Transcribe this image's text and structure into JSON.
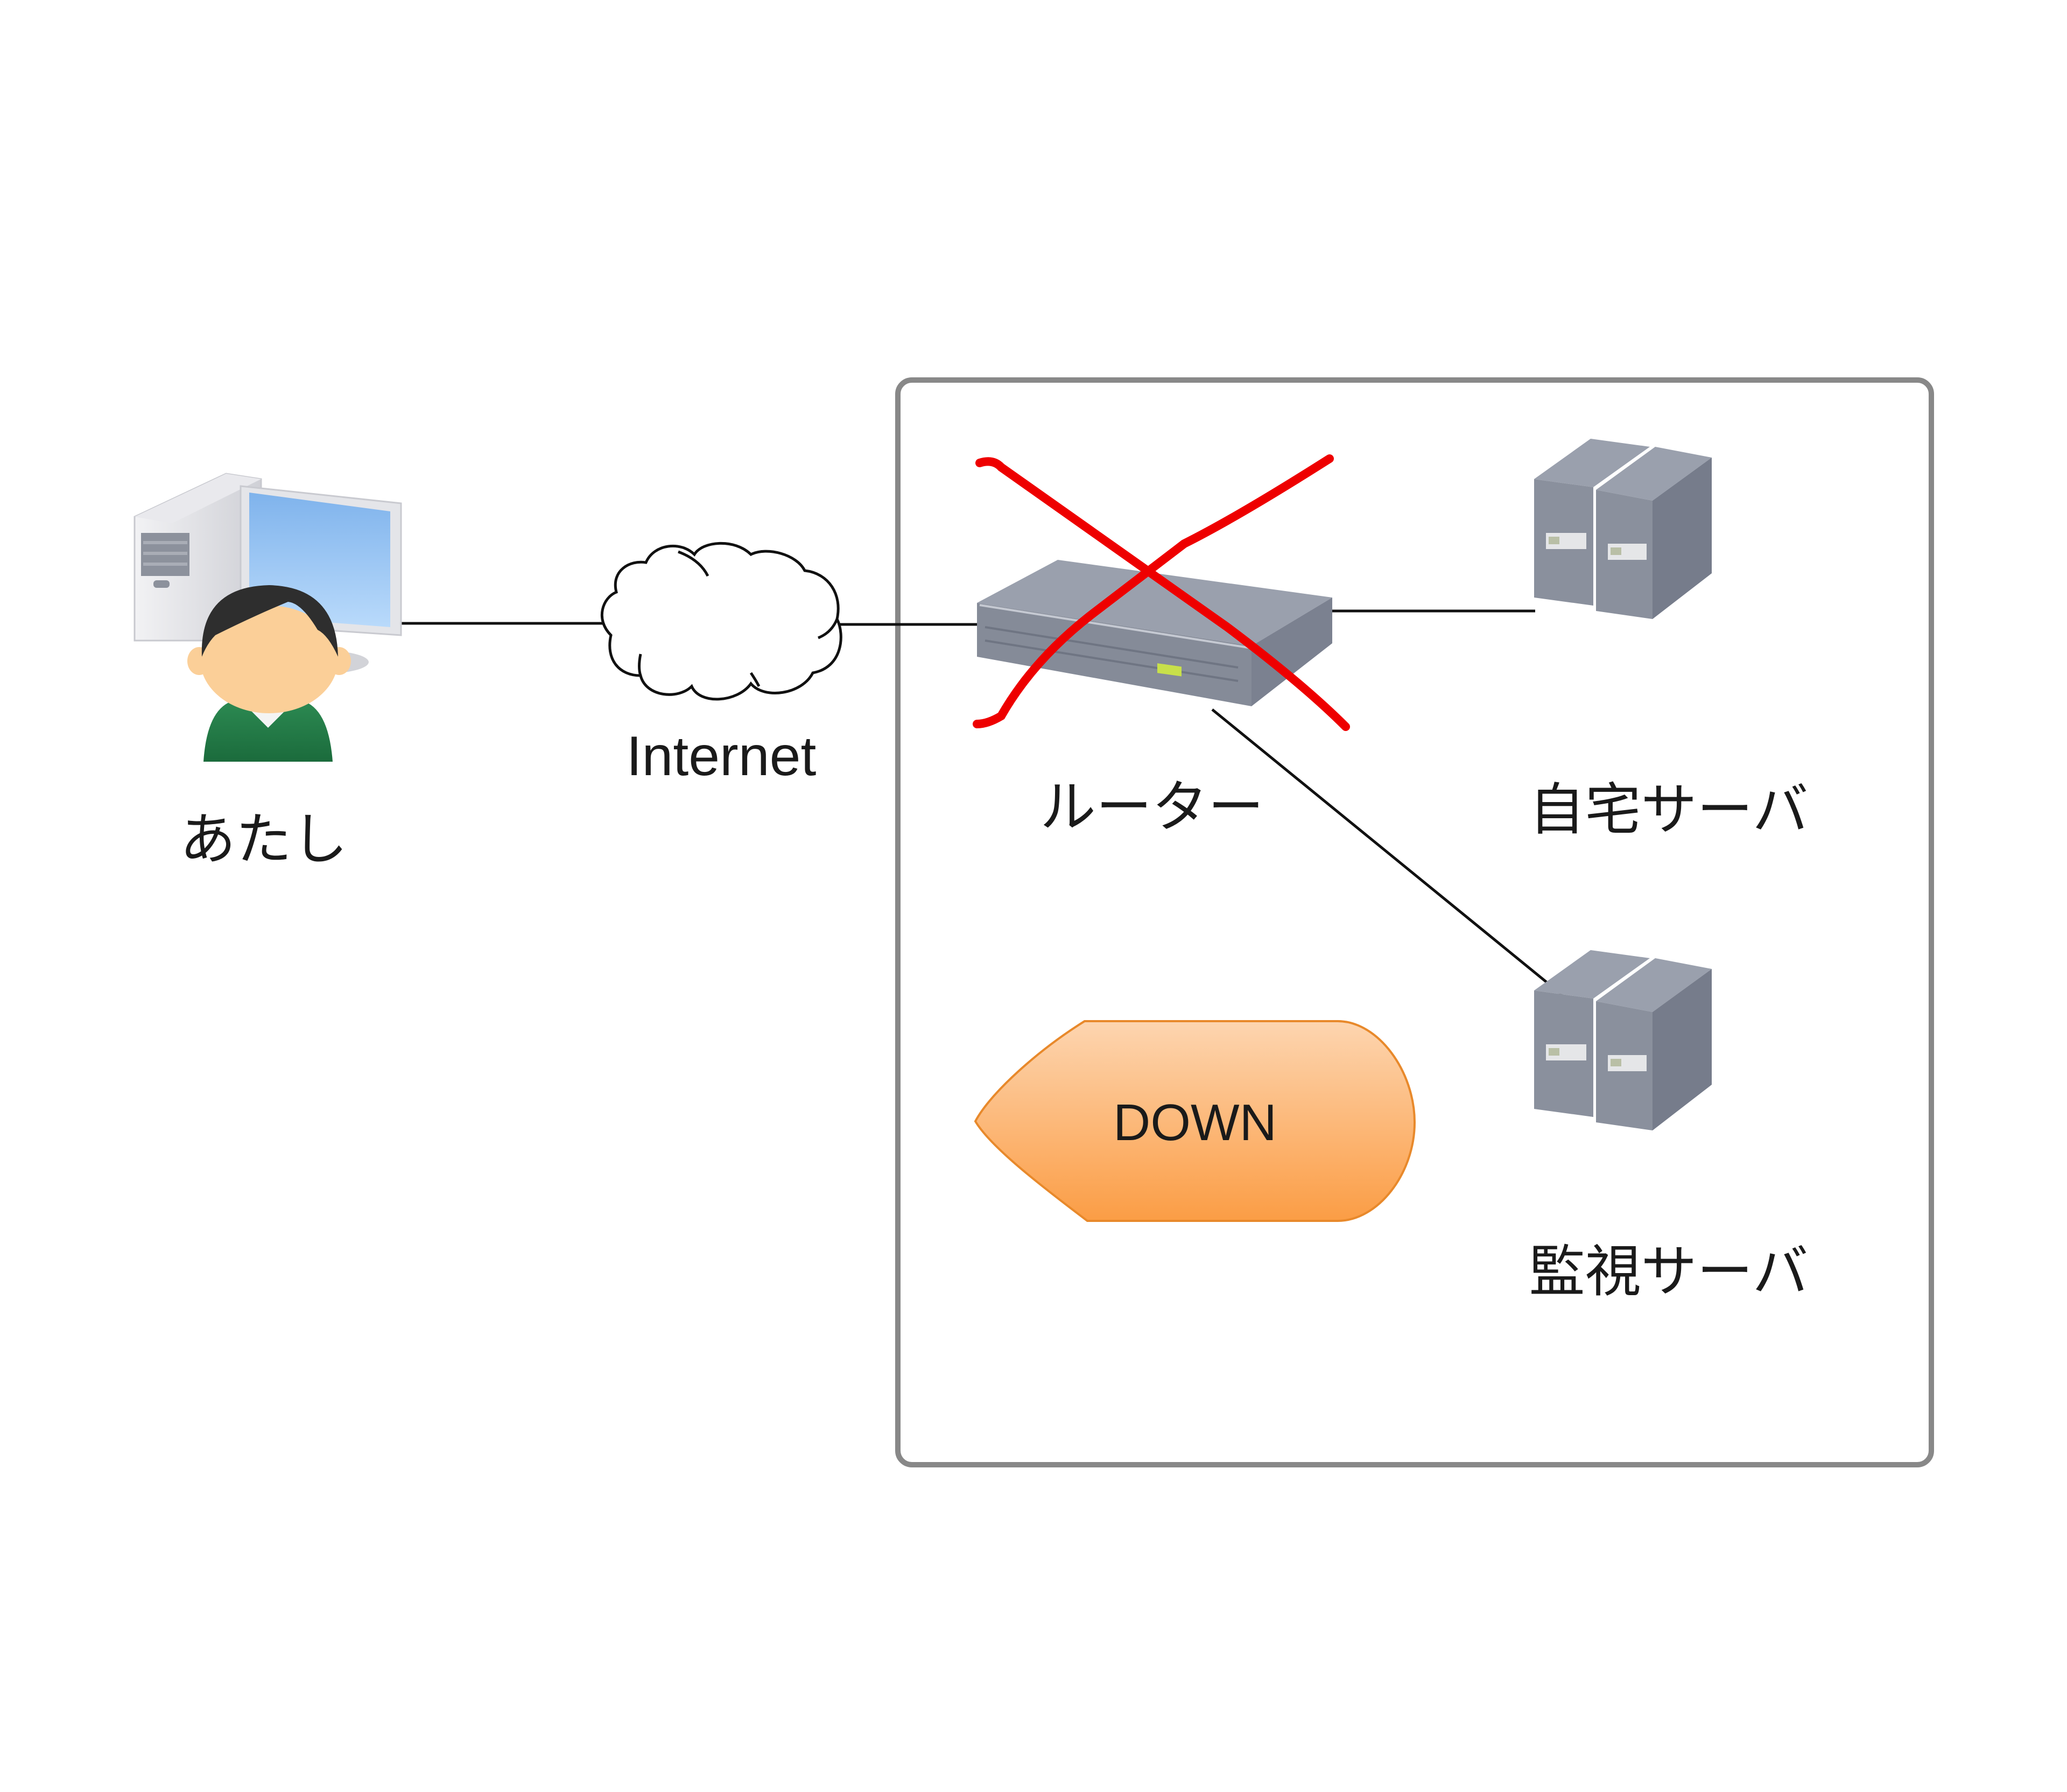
{
  "diagram": {
    "title": "",
    "nodes": [
      {
        "id": "user_pc",
        "label": "あたし",
        "icon": "user-at-pc-icon"
      },
      {
        "id": "internet",
        "label": "Internet",
        "icon": "cloud-icon"
      },
      {
        "id": "router",
        "label": "ルーター",
        "icon": "router-icon",
        "status": "failed"
      },
      {
        "id": "home_server",
        "label": "自宅サーバ",
        "icon": "server-tower-icon"
      },
      {
        "id": "monitor_server",
        "label": "監視サーバ",
        "icon": "server-tower-icon"
      }
    ],
    "edges": [
      {
        "from": "user_pc",
        "to": "internet"
      },
      {
        "from": "internet",
        "to": "router"
      },
      {
        "from": "router",
        "to": "home_server"
      },
      {
        "from": "router",
        "to": "monitor_server"
      }
    ],
    "group": {
      "name": "home-network",
      "members": [
        "router",
        "home_server",
        "monitor_server"
      ]
    },
    "status_badge": {
      "text": "DOWN",
      "fill_top": "#fdd5b0",
      "fill_bottom": "#fb9d45",
      "stroke": "#e8892b"
    },
    "failure_mark": {
      "color": "#ee0000",
      "shape": "x"
    },
    "colors": {
      "container_stroke": "#888888",
      "edge": "#111111",
      "device_gray": "#8c929f",
      "screen_blue": "#8ec0f0",
      "shirt_green": "#1f7a45",
      "skin": "#fbcf98",
      "hair": "#2b2b2b"
    }
  }
}
